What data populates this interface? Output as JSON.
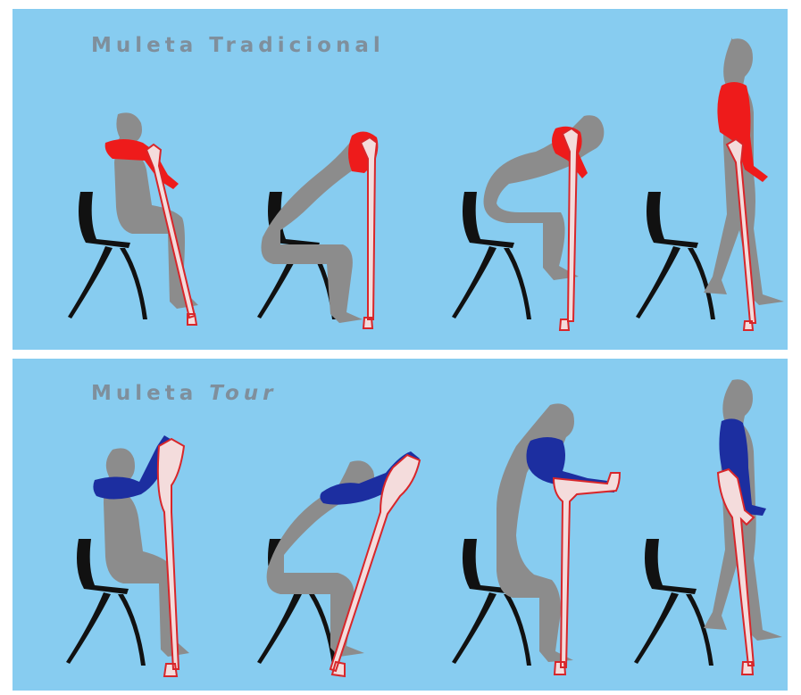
{
  "panels": [
    {
      "id": "traditional",
      "title_normal": "Muleta ",
      "title_italic": "",
      "title_rest": "Tradicional",
      "arm_color": "#ee1b1b",
      "figure_color": "#8c8c8c",
      "crutch_color": "#d8262a",
      "steps": [
        "sitting",
        "leaning-forward",
        "rising",
        "standing"
      ]
    },
    {
      "id": "tour",
      "title_normal": "Muleta ",
      "title_italic": "Tour",
      "title_rest": "",
      "arm_color": "#1c2ea0",
      "figure_color": "#8c8c8c",
      "crutch_color": "#d8262a",
      "steps": [
        "sitting",
        "leaning-forward",
        "rising",
        "standing"
      ]
    }
  ]
}
